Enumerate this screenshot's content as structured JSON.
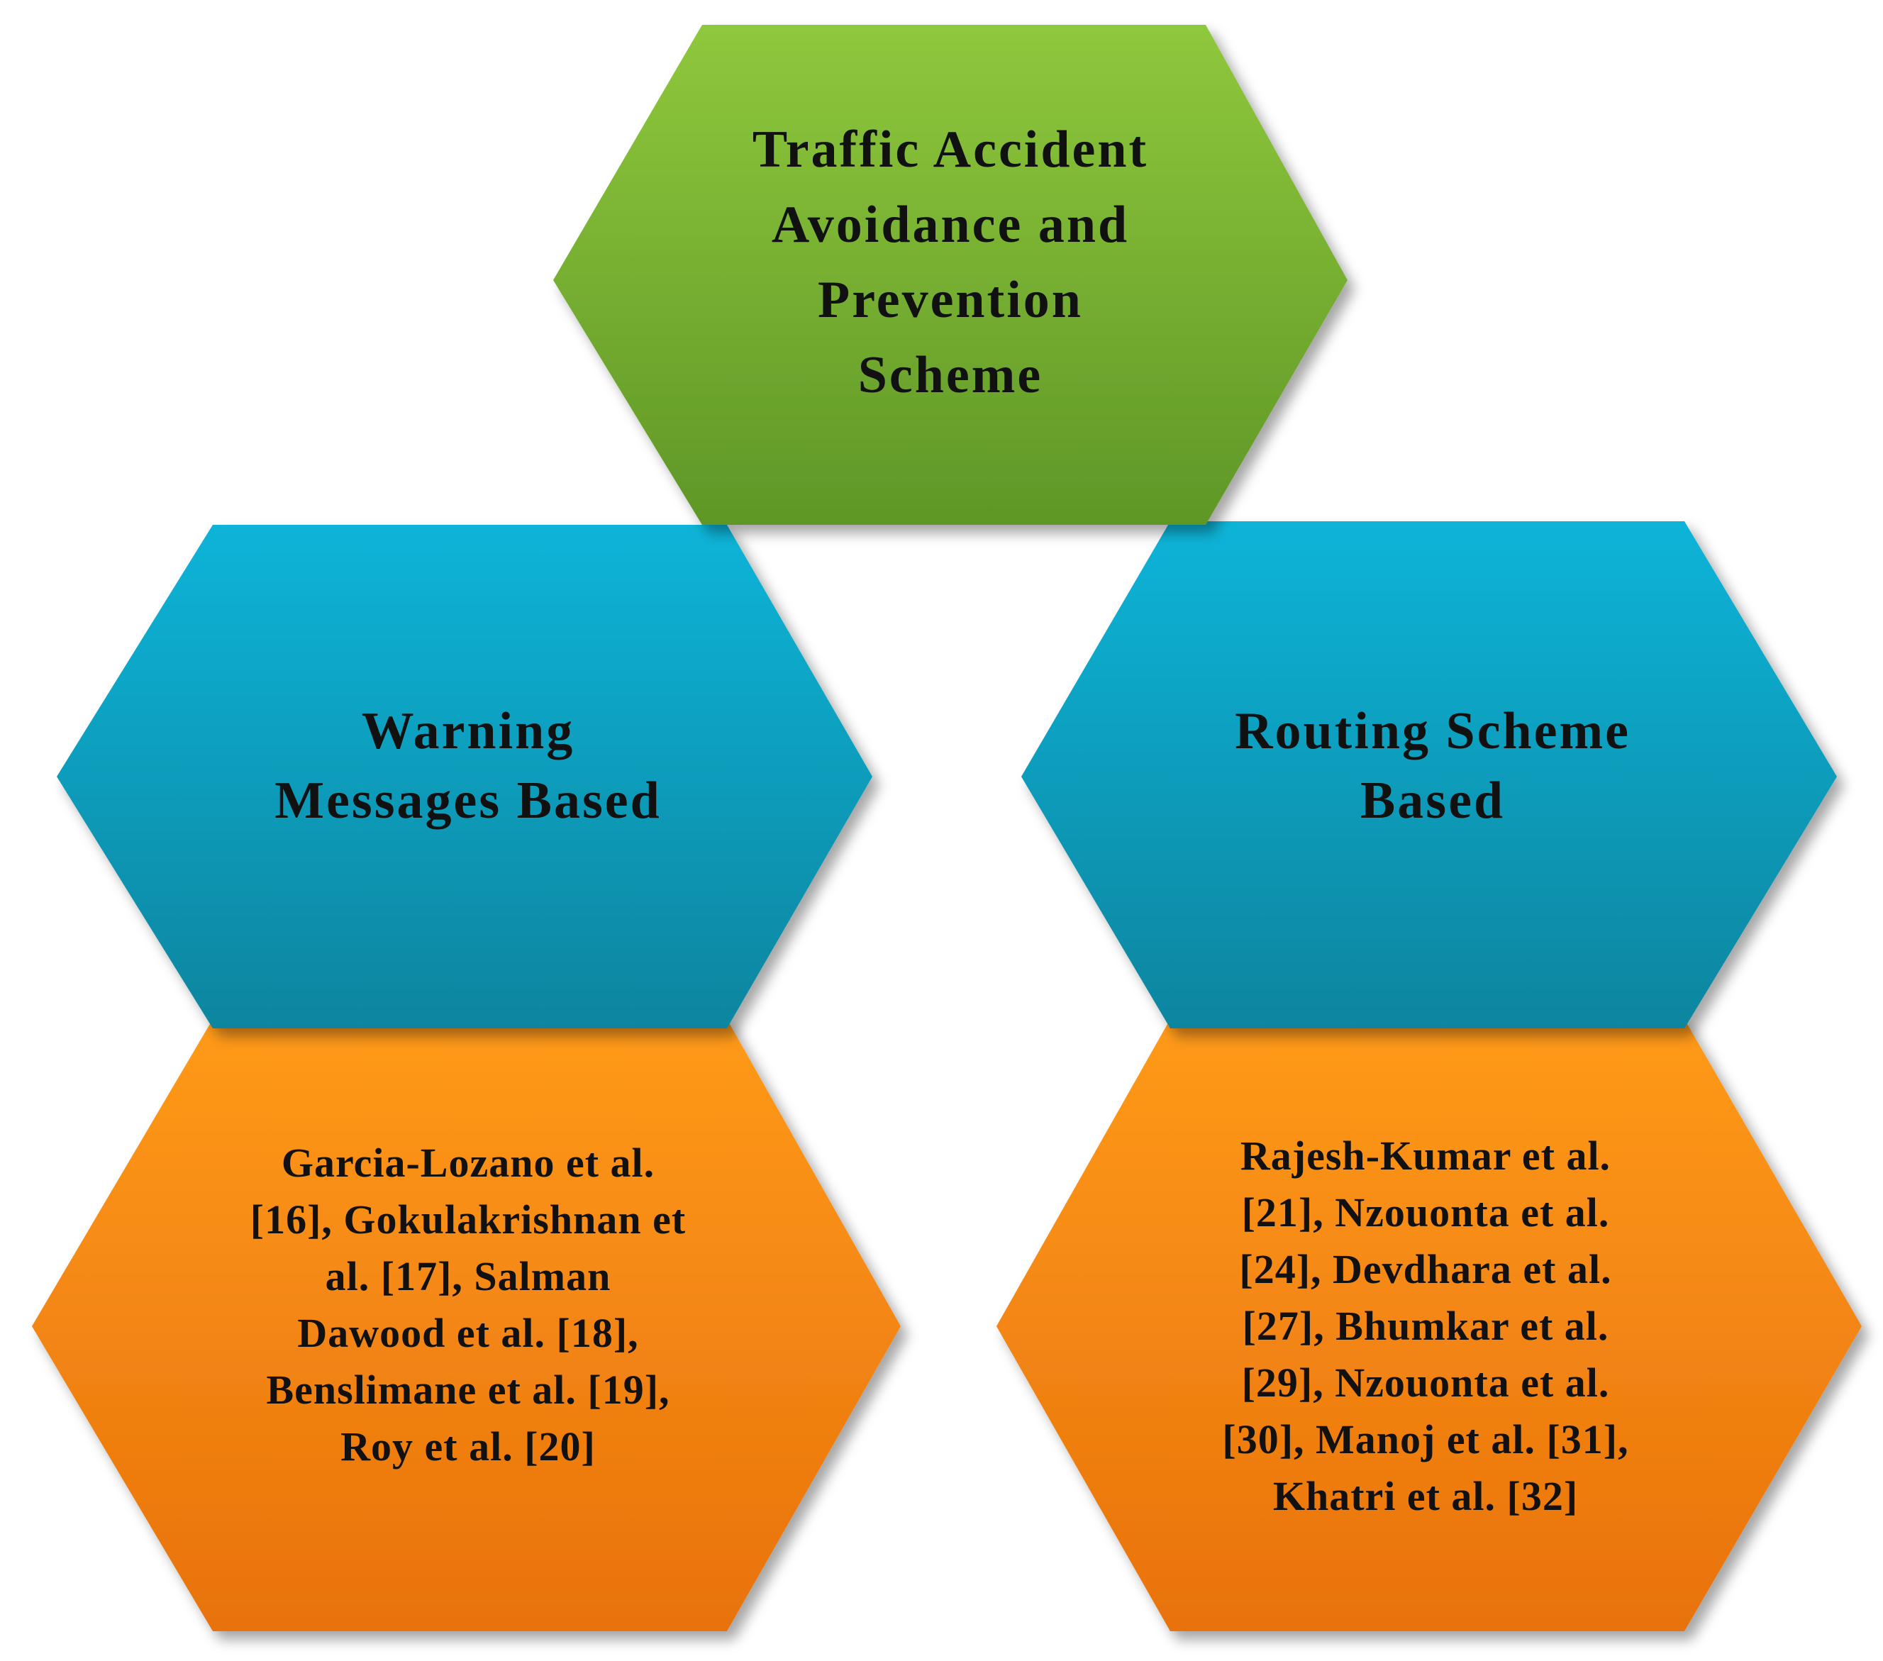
{
  "colors": {
    "root_top": "#8fc83c",
    "root_bottom": "#5f9727",
    "category_top": "#0ab4d8",
    "category_bottom": "#07859f",
    "leaf_top": "#ff9a1a",
    "leaf_bottom": "#e8720c",
    "text": "#111111"
  },
  "nodes": {
    "root": {
      "lines": [
        "Traffic Accident",
        "Avoidance and",
        "Prevention",
        "Scheme"
      ]
    },
    "warning_messages": {
      "lines": [
        "Warning",
        "Messages Based"
      ]
    },
    "routing_scheme": {
      "lines": [
        "Routing Scheme",
        "Based"
      ]
    },
    "warning_refs": {
      "lines": [
        "Garcia-Lozano et al.",
        "[16], Gokulakrishnan et",
        "al. [17], Salman",
        "Dawood et al. [18],",
        "Benslimane et al. [19],",
        "Roy et al. [20]"
      ]
    },
    "routing_refs": {
      "lines": [
        "Rajesh-Kumar et al.",
        "[21], Nzouonta et al.",
        "[24], Devdhara et al.",
        "[27], Bhumkar et al.",
        "[29], Nzouonta et al.",
        "[30], Manoj et al. [31],",
        "Khatri et al. [32]"
      ]
    }
  }
}
